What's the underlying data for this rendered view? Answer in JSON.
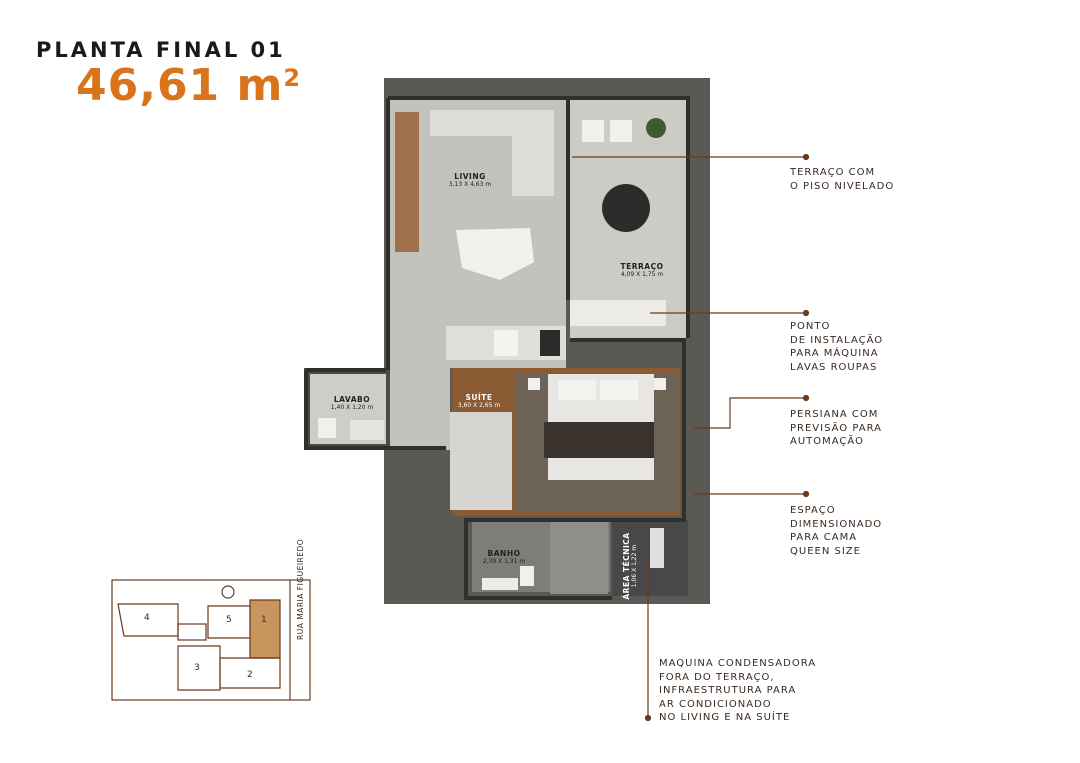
{
  "header": {
    "title": "PLANTA FINAL 01",
    "area_value": "46,61 m",
    "area_sup": "2"
  },
  "rooms": {
    "living": {
      "name": "LIVING",
      "dims": "3,13 X 4,63 m"
    },
    "terraco": {
      "name": "TERRAÇO",
      "dims": "4,09 X 1,75 m"
    },
    "lavabo": {
      "name": "LAVABO",
      "dims": "1,40 X 1,20 m"
    },
    "suite": {
      "name": "SUÍTE",
      "dims": "3,60 X 2,65 m"
    },
    "banho": {
      "name": "BANHO",
      "dims": "2,39 X 1,31 m"
    },
    "area_tecnica": {
      "name": "ÁREA TÉCNICA",
      "dims": "1,06 X 1,22 m"
    }
  },
  "annotations": [
    "TERRAÇO COM\nO PISO NIVELADO",
    "PONTO\nDE INSTALAÇÃO\nPARA MÁQUINA\nLAVAS ROUPAS",
    "PERSIANA COM\nPREVISÃO PARA\nAUTOMAÇÃO",
    "ESPAÇO\nDIMENSIONADO\nPARA CAMA\nQUEEN SIZE",
    "MAQUINA CONDENSADORA\nFORA DO TERRAÇO,\nINFRAESTRUTURA PARA\nAR CONDICIONADO\nNO LIVING E NA SUÍTE"
  ],
  "key_plan": {
    "street": "RUA MARIA FIGUEIREDO",
    "units": [
      "1",
      "2",
      "3",
      "4",
      "5"
    ],
    "highlight_color": "#c9955f"
  },
  "colors": {
    "accent": "#d9731c",
    "line": "#6b3a1e",
    "wall": "#4a4a46",
    "floor": "#bfbdb8",
    "wood": "#8a5a32"
  }
}
